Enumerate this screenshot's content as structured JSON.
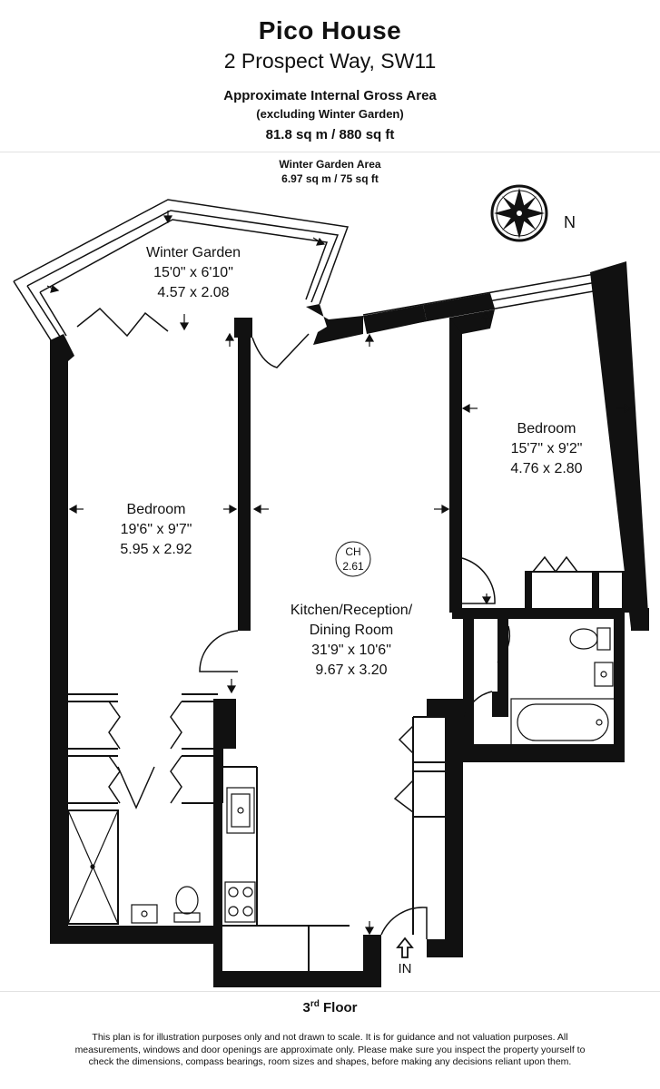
{
  "header": {
    "title": "Pico House",
    "address": "2 Prospect Way, SW11",
    "area_heading": "Approximate Internal Gross Area",
    "area_note": "(excluding Winter Garden)",
    "area_value": "81.8 sq m / 880 sq ft",
    "winter_garden_heading": "Winter Garden Area",
    "winter_garden_value": "6.97 sq m / 75 sq ft"
  },
  "compass": {
    "label": "N"
  },
  "rooms": [
    {
      "name": "Winter Garden",
      "imperial": "15'0\" x 6'10\"",
      "metric": "4.57 x 2.08"
    },
    {
      "name": "Bedroom",
      "imperial": "19'6\" x 9'7\"",
      "metric": "5.95 x 2.92"
    },
    {
      "name": "Bedroom",
      "imperial": "15'7\" x 9'2\"",
      "metric": "4.76 x 2.80"
    },
    {
      "name": "Kitchen/Reception/",
      "name_line2": "Dining Room",
      "imperial": "31'9\" x 10'6\"",
      "metric": "9.67 x 3.20"
    }
  ],
  "ceiling_height": {
    "label": "CH",
    "value": "2.61"
  },
  "entrance": {
    "label": "IN"
  },
  "floor": {
    "number": "3",
    "suffix": "rd",
    "label": "Floor"
  },
  "disclaimer": "This plan is for illustration purposes only and not drawn to scale. It is for guidance and not valuation purposes. All measurements, windows and door openings are approximate only. Please make sure you inspect the property yourself to check the dimensions, compass bearings, room sizes and shapes, before making any decisions reliant upon them."
}
